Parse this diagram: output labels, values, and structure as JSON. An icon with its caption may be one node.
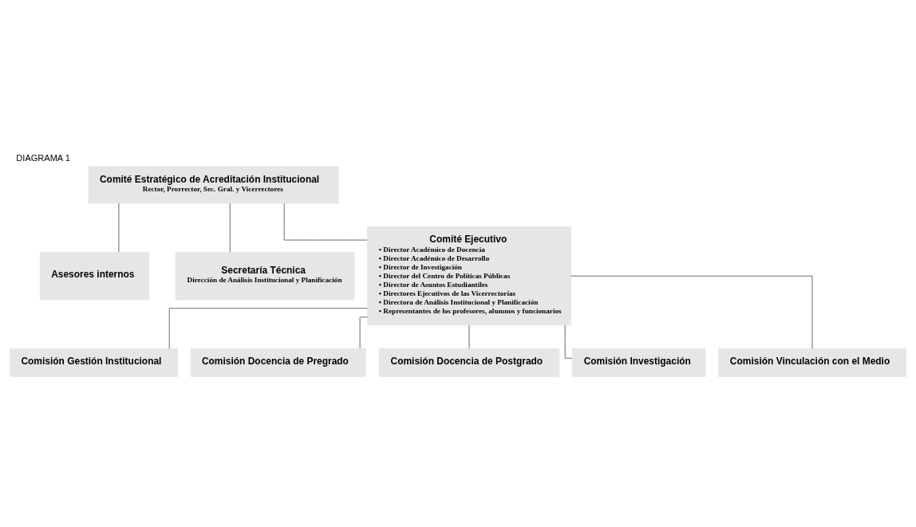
{
  "diagram": {
    "title": "DIAGRAMA 1",
    "nodes": [
      {
        "text": [
          "Comité Estratégico de Acreditación Institucional",
          "Rector, Prorrector, Sec. Gral. y Vicerrectores"
        ]
      },
      {
        "text": [
          "Asesores internos"
        ]
      },
      {
        "text": [
          "Secretaría Técnica",
          "Dirección de Análisis Institucional y Planificación"
        ]
      },
      {
        "text": [
          "Comité Ejecutivo",
          "• Director Académico de Docencia",
          "• Director Académico de Desarrollo",
          "• Director de Investigación",
          "• Director del Centro de Políticas Públicas",
          "• Director de Asuntos Estudiantiles",
          "• Directores Ejecutivos de las Vicerrectorías",
          "• Directora de Análisis Institucional y Planificación",
          "• Representantes de los profesores, alumnos y funcionarios"
        ]
      },
      {
        "text": [
          "Comisión Gestión Institucional"
        ]
      },
      {
        "text": [
          "Comisión Docencia de Pregrado"
        ]
      },
      {
        "text": [
          "Comisión Docencia de Postgrado"
        ]
      },
      {
        "text": [
          "Comisión Investigación"
        ]
      },
      {
        "text": [
          "Comisión Vinculación con el Medio"
        ]
      }
    ],
    "edges": [
      {
        "from": 0,
        "to": 1,
        "arrow": "none"
      },
      {
        "from": 0,
        "to": 2,
        "arrow": "none"
      },
      {
        "from": 0,
        "to": 3,
        "arrow": "none"
      },
      {
        "from": 3,
        "to": 4,
        "arrow": "none"
      },
      {
        "from": 3,
        "to": 5,
        "arrow": "none"
      },
      {
        "from": 3,
        "to": 6,
        "arrow": "none"
      },
      {
        "from": 3,
        "to": 7,
        "arrow": "none"
      },
      {
        "from": 3,
        "to": 8,
        "arrow": "none"
      }
    ]
  }
}
